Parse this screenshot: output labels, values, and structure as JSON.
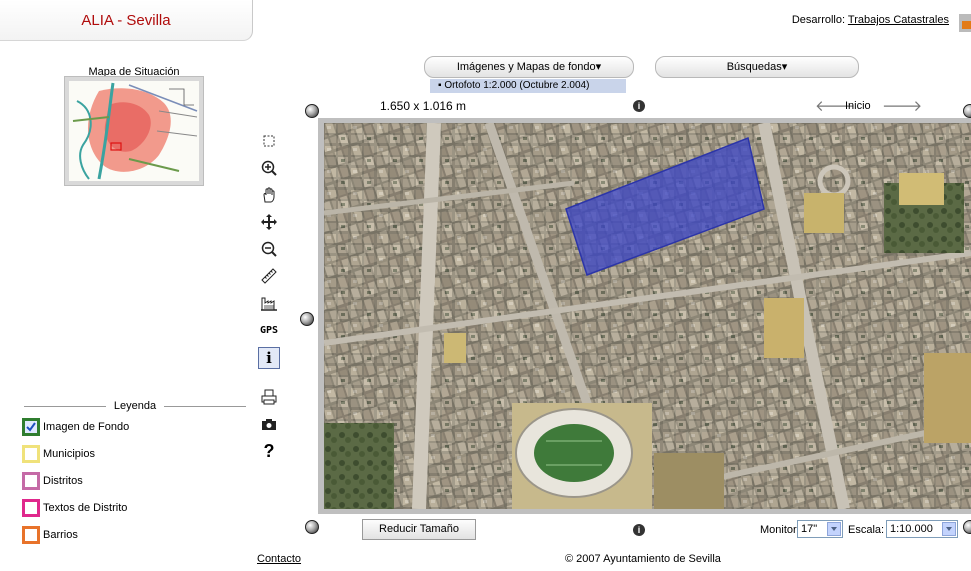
{
  "header": {
    "title": "ALIA - Sevilla",
    "dev_prefix": "Desarrollo:",
    "dev_link": "Trabajos Catastrales"
  },
  "situation": {
    "title": "Mapa de Situación"
  },
  "toolbar": {
    "images_button": "Imágenes y Mapas de fondo▾",
    "search_button": "Búsquedas▾",
    "ortho_selected": "▪ Ortofoto 1:2.000 (Octubre 2.004)"
  },
  "map": {
    "size_label": "1.650 x 1.016 m",
    "nav_back": "🡐",
    "nav_home": "Inicio",
    "nav_forward": "🡒"
  },
  "tools": [
    {
      "name": "zoom-box-icon",
      "glyph": "⬚"
    },
    {
      "name": "zoom-in-icon",
      "glyph": "⊕"
    },
    {
      "name": "pan-hand-icon",
      "glyph": "✋"
    },
    {
      "name": "move-icon",
      "glyph": "✥"
    },
    {
      "name": "zoom-out-icon",
      "glyph": "⊖"
    },
    {
      "name": "measure-ruler-icon",
      "glyph": "📏"
    },
    {
      "name": "parcel-info-icon",
      "glyph": "🏭"
    },
    {
      "name": "gps-icon",
      "glyph": "GPS"
    },
    {
      "name": "info-icon",
      "glyph": "i"
    },
    {
      "name": "print-icon",
      "glyph": "🖶"
    },
    {
      "name": "camera-icon",
      "glyph": "📷"
    },
    {
      "name": "help-icon",
      "glyph": "?"
    }
  ],
  "bottom": {
    "reduce_button": "Reducir Tamaño",
    "monitor_label": "Monitor:",
    "monitor_value": "17\"",
    "scale_label": "Escala:",
    "scale_value": "1:10.000"
  },
  "footer": {
    "contact": "Contacto",
    "copyright": "© 2007 Ayuntamiento de Sevilla"
  },
  "legend": {
    "title": "Leyenda",
    "items": [
      {
        "label": "Imagen de Fondo",
        "color": "#2f7d2f",
        "checked": true
      },
      {
        "label": "Municipios",
        "color": "#f0e27a",
        "checked": false
      },
      {
        "label": "Distritos",
        "color": "#c56aa6",
        "checked": false
      },
      {
        "label": "Textos de Distrito",
        "color": "#e0288c",
        "checked": false
      },
      {
        "label": "Barrios",
        "color": "#e8732a",
        "checked": false
      }
    ]
  },
  "colors": {
    "accent_title": "#b00c0c",
    "highlight_area": "#3b46c8"
  }
}
